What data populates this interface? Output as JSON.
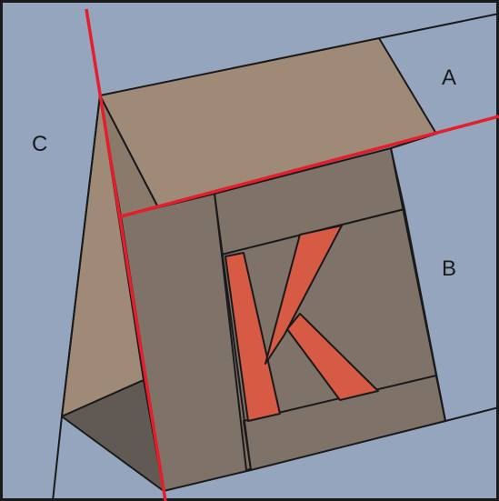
{
  "labels": {
    "a": "A",
    "b": "B",
    "c": "C"
  },
  "colors": {
    "background": "#95a5bd",
    "frame_outline": "#1a1a1a",
    "roof_tan": "#9e8a76",
    "gable_shadow": "#8a7a6c",
    "wall_taupe": "#7f7269",
    "ground_shadow": "#615954",
    "letter_red": "#d65a44",
    "cut_line_red": "#e41e2b",
    "outline": "#1a1a1a",
    "text": "#1a1a1a"
  }
}
